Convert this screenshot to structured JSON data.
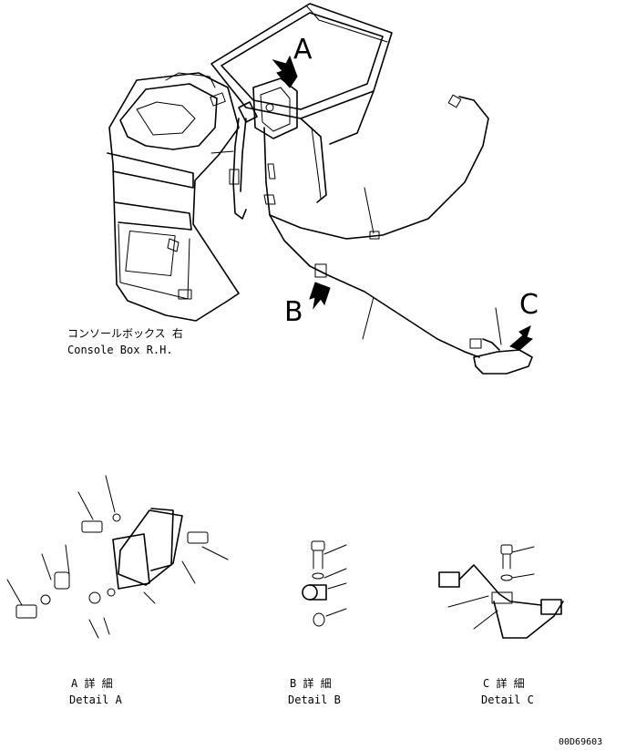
{
  "main_view": {
    "console_label_jp": "コンソールボックス 右",
    "console_label_en": "Console Box R.H.",
    "callouts": {
      "a": "A",
      "b": "B",
      "c": "C"
    }
  },
  "details": {
    "a": {
      "jp": "A 詳 細",
      "en": "Detail A"
    },
    "b": {
      "jp": "B 詳 細",
      "en": "Detail B"
    },
    "c": {
      "jp": "C 詳 細",
      "en": "Detail C"
    }
  },
  "drawing_number": "00D69603"
}
